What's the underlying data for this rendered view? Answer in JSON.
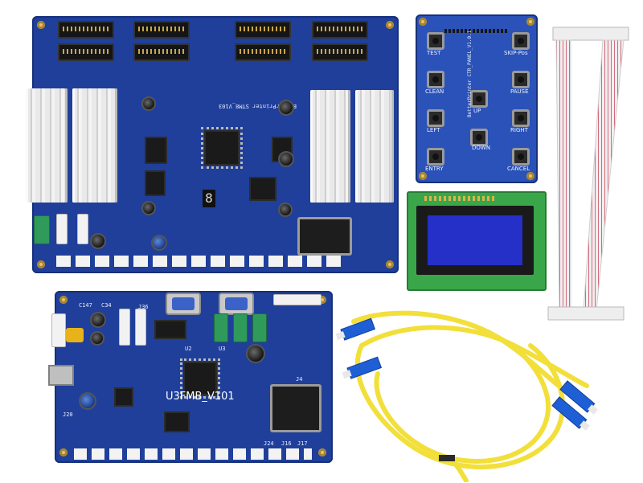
{
  "main_board": {
    "silk_model": "BetterPrinter STM8_V103",
    "seven_segment": "8"
  },
  "control_panel": {
    "title": "BetterPrinter CTR_PANEL_V1.0.1",
    "buttons": [
      "TEST",
      "SKIP-Pos",
      "CLEAN",
      "PAUSE",
      "UP",
      "LEFT",
      "RIGHT",
      "DOWN",
      "ENTRY",
      "CANCEL"
    ]
  },
  "head_board": {
    "model": "U3FMB_V101",
    "silk_labels": [
      "J20",
      "J36",
      "U2",
      "U3",
      "J4",
      "J16",
      "J17",
      "J24",
      "C34",
      "C147"
    ]
  },
  "colors": {
    "pcb": "#1f3f9a",
    "lcd_screen": "#2430c8",
    "fiber": "#f2df3a",
    "sc_connector": "#1e5fd6"
  },
  "icons": [
    "heatsink",
    "qfp-chip",
    "capacitor",
    "push-button",
    "d-sub-connector",
    "fiber-optic-connector",
    "ribbon-cable"
  ]
}
